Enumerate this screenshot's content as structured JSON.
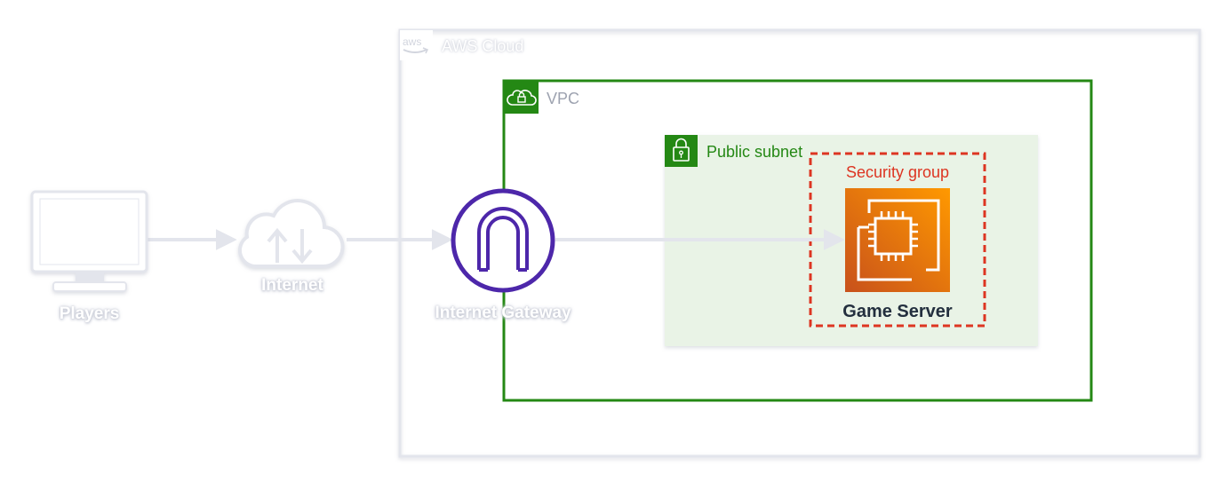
{
  "aws_cloud": {
    "label": "AWS Cloud",
    "logo_text": "aws"
  },
  "vpc": {
    "label": "VPC"
  },
  "public_subnet": {
    "label": "Public subnet"
  },
  "security_group": {
    "label": "Security group"
  },
  "nodes": {
    "players": {
      "label": "Players",
      "icon": "monitor-icon"
    },
    "internet": {
      "label": "Internet",
      "icon": "internet-cloud-icon"
    },
    "internet_gateway": {
      "label": "Internet Gateway",
      "icon": "internet-gateway-icon"
    },
    "game_server": {
      "label": "Game Server",
      "icon": "ec2-instance-icon"
    }
  },
  "colors": {
    "vpc_green": "#248814",
    "subnet_fill": "#e9f3e6",
    "security_red": "#dd3522",
    "gateway_purple": "#4d27aa",
    "ec2_orange_top": "#f78e04",
    "ec2_orange_bottom": "#d05c17",
    "faint_gray": "#e3e5ec"
  }
}
